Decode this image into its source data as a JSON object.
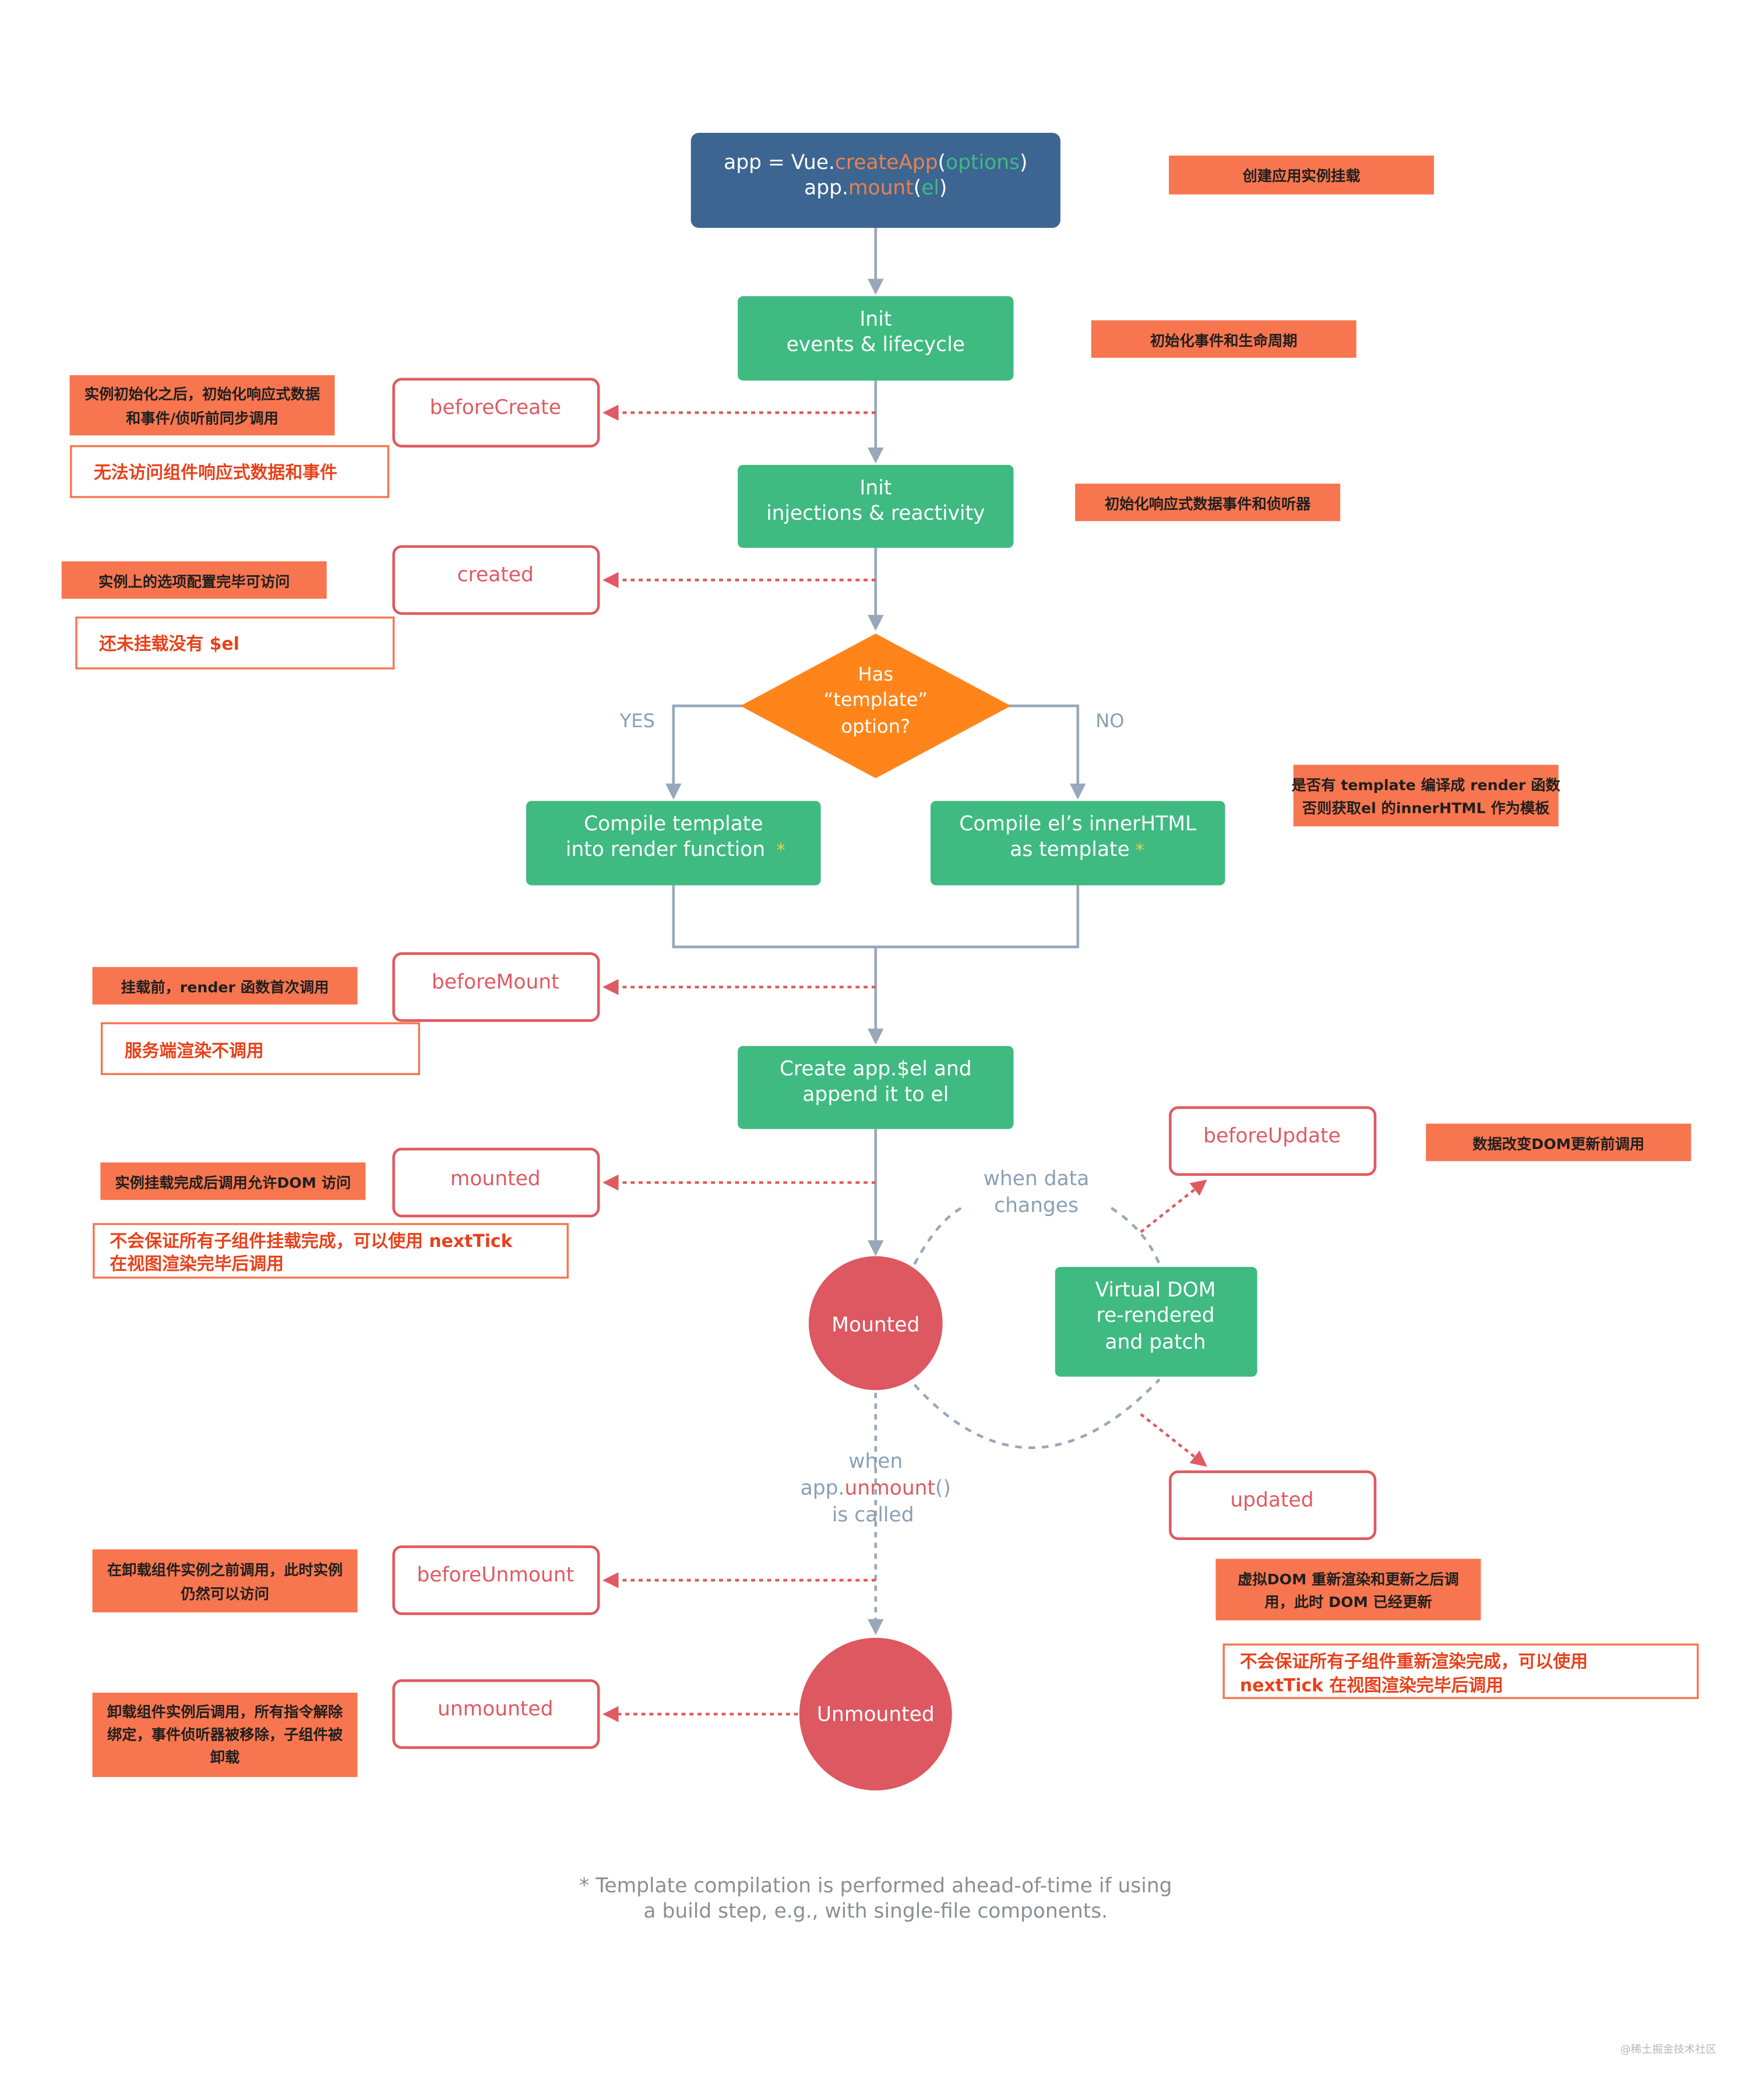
{
  "colors": {
    "blue": "#3c6592",
    "green": "#3fba81",
    "orange": "#ff851b",
    "red": "#dd5860",
    "hookRed": "#e05a62",
    "annotation": "#f7764f",
    "annotationText": "#e8411b",
    "line": "#98a8b8",
    "label": "#8aa0b4",
    "white": "#ffffff",
    "highlightGreen": "#3fba81",
    "highlightOrange": "#e8824c"
  },
  "start": {
    "line1_pre": "app = Vue.",
    "line1_method": "createApp",
    "line1_paren_open": "(",
    "line1_arg": "options",
    "line1_paren_close": ")",
    "line2_pre": "app.",
    "line2_method": "mount",
    "line2_paren_open": "(",
    "line2_arg": "el",
    "line2_paren_close": ")"
  },
  "steps": {
    "init_events": {
      "line1": "Init",
      "line2": "events & lifecycle"
    },
    "init_injections": {
      "line1": "Init",
      "line2": "injections & reactivity"
    },
    "has_template": {
      "line1": "Has",
      "line2": "“template”",
      "line3": "option?"
    },
    "yes": "YES",
    "no": "NO",
    "compile_template": {
      "line1": "Compile template",
      "line2": "into render function",
      "star": "*"
    },
    "compile_el": {
      "line1": "Compile el’s innerHTML",
      "line2": "as template",
      "star": "*"
    },
    "create_el": {
      "line1": "Create app.$el and",
      "line2": "append it to el"
    },
    "mounted_state": "Mounted",
    "when_data": {
      "line1": "when data",
      "line2": "changes"
    },
    "vdom": {
      "line1": "Virtual DOM",
      "line2": "re-rendered",
      "line3": "and patch"
    },
    "when_unmount": {
      "line1": "when",
      "line2_pre": "app.",
      "line2_method": "unmount",
      "line2_post": "()",
      "line3": "is called"
    },
    "unmounted_state": "Unmounted"
  },
  "hooks": {
    "beforeCreate": "beforeCreate",
    "created": "created",
    "beforeMount": "beforeMount",
    "mounted": "mounted",
    "beforeUpdate": "beforeUpdate",
    "updated": "updated",
    "beforeUnmount": "beforeUnmount",
    "unmounted": "unmounted"
  },
  "notes": {
    "create_app": "创建应用实例挂载",
    "init_events": "初始化事件和生命周期",
    "init_injections": "初始化响应式数据事件和侦听器",
    "before_create_1": "实例初始化之后，初始化响应式数据",
    "before_create_2": "和事件/侦听前同步调用",
    "before_create_warn": "无法访问组件响应式数据和事件",
    "created": "实例上的选项配置完毕可访问",
    "created_warn": "还未挂载没有 $el",
    "template_1": "是否有 template 编译成 render 函数",
    "template_2": "否则获取el 的innerHTML 作为模板",
    "before_mount": "挂载前，render 函数首次调用",
    "before_mount_warn": "服务端渲染不调用",
    "mounted": "实例挂载完成后调用允许DOM 访问",
    "mounted_warn_1": "不会保证所有子组件挂载完成，可以使用 nextTick",
    "mounted_warn_2": "在视图渲染完毕后调用",
    "before_update": "数据改变DOM更新前调用",
    "updated_1": "虚拟DOM 重新渲染和更新之后调",
    "updated_2": "用，此时 DOM 已经更新",
    "updated_warn_1": "不会保证所有子组件重新渲染完成，可以使用",
    "updated_warn_2": "nextTick 在视图渲染完毕后调用",
    "before_unmount_1": "在卸载组件实例之前调用，此时实例",
    "before_unmount_2": "仍然可以访问",
    "unmounted_1": "卸载组件实例后调用，所有指令解除",
    "unmounted_2": "绑定，事件侦听器被移除，子组件被",
    "unmounted_3": "卸载"
  },
  "footnote": {
    "line1": "* Template compilation is performed ahead-of-time if using",
    "line2": "a build step, e.g., with single-file components."
  },
  "watermark": "@稀土掘金技术社区"
}
